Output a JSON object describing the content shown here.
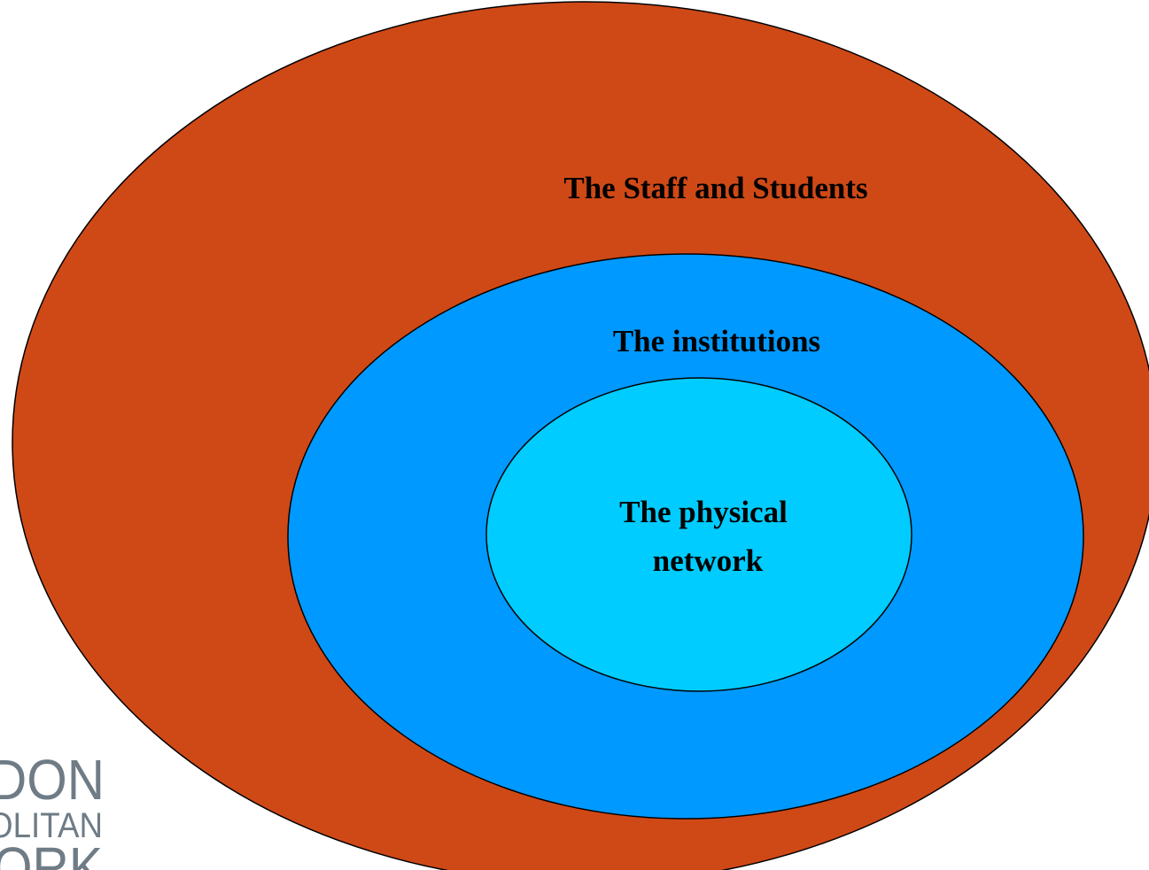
{
  "diagram": {
    "type": "nested-ellipses",
    "rings": [
      {
        "id": "outer",
        "label": "The Staff and Students",
        "fill": "#cf4917"
      },
      {
        "id": "middle",
        "label": "The institutions",
        "fill": "#0099ff"
      },
      {
        "id": "inner",
        "label_line1": "The physical",
        "label_line2": "network",
        "fill": "#00ccff"
      }
    ],
    "stroke": "#000000"
  },
  "logo": {
    "line1": "DON",
    "line2": "OLITAN",
    "line3": "ORK",
    "color": "#6f7c86"
  }
}
